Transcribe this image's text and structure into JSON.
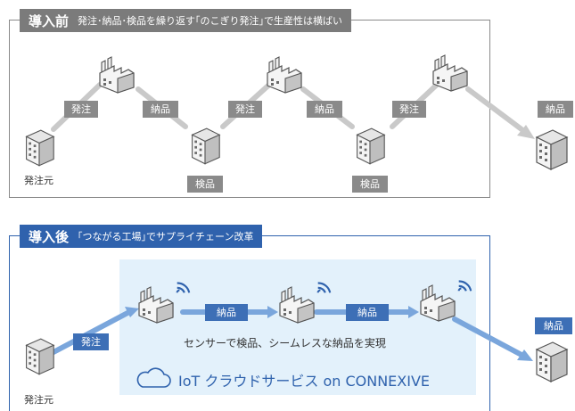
{
  "before": {
    "title": "導入前",
    "subtitle": "発注･納品･検品を繰り返す｢のこぎり発注｣で生産性は横ばい",
    "orderer_label": "発注元",
    "steps": [
      "発注",
      "納品",
      "発注",
      "納品",
      "発注"
    ],
    "inspect_labels": [
      "検品",
      "検品"
    ],
    "final_delivery": "納品"
  },
  "after": {
    "title": "導入後",
    "subtitle": "｢つながる工場｣でサプライチェーン改革",
    "orderer_label": "発注元",
    "order": "発注",
    "deliveries": [
      "納品",
      "納品"
    ],
    "sensor_text": "センサーで検品、シームレスな納品を実現",
    "cloud_text": "IoT クラウドサービス on CONNEXIVE",
    "final_delivery": "納品"
  },
  "colors": {
    "before_accent": "#7b7b7b",
    "after_accent": "#2f62ad",
    "cloud_bg": "#e3f1fb",
    "gray_arrow": "#c9c9c9",
    "blue_arrow": "#7aa6dc"
  }
}
